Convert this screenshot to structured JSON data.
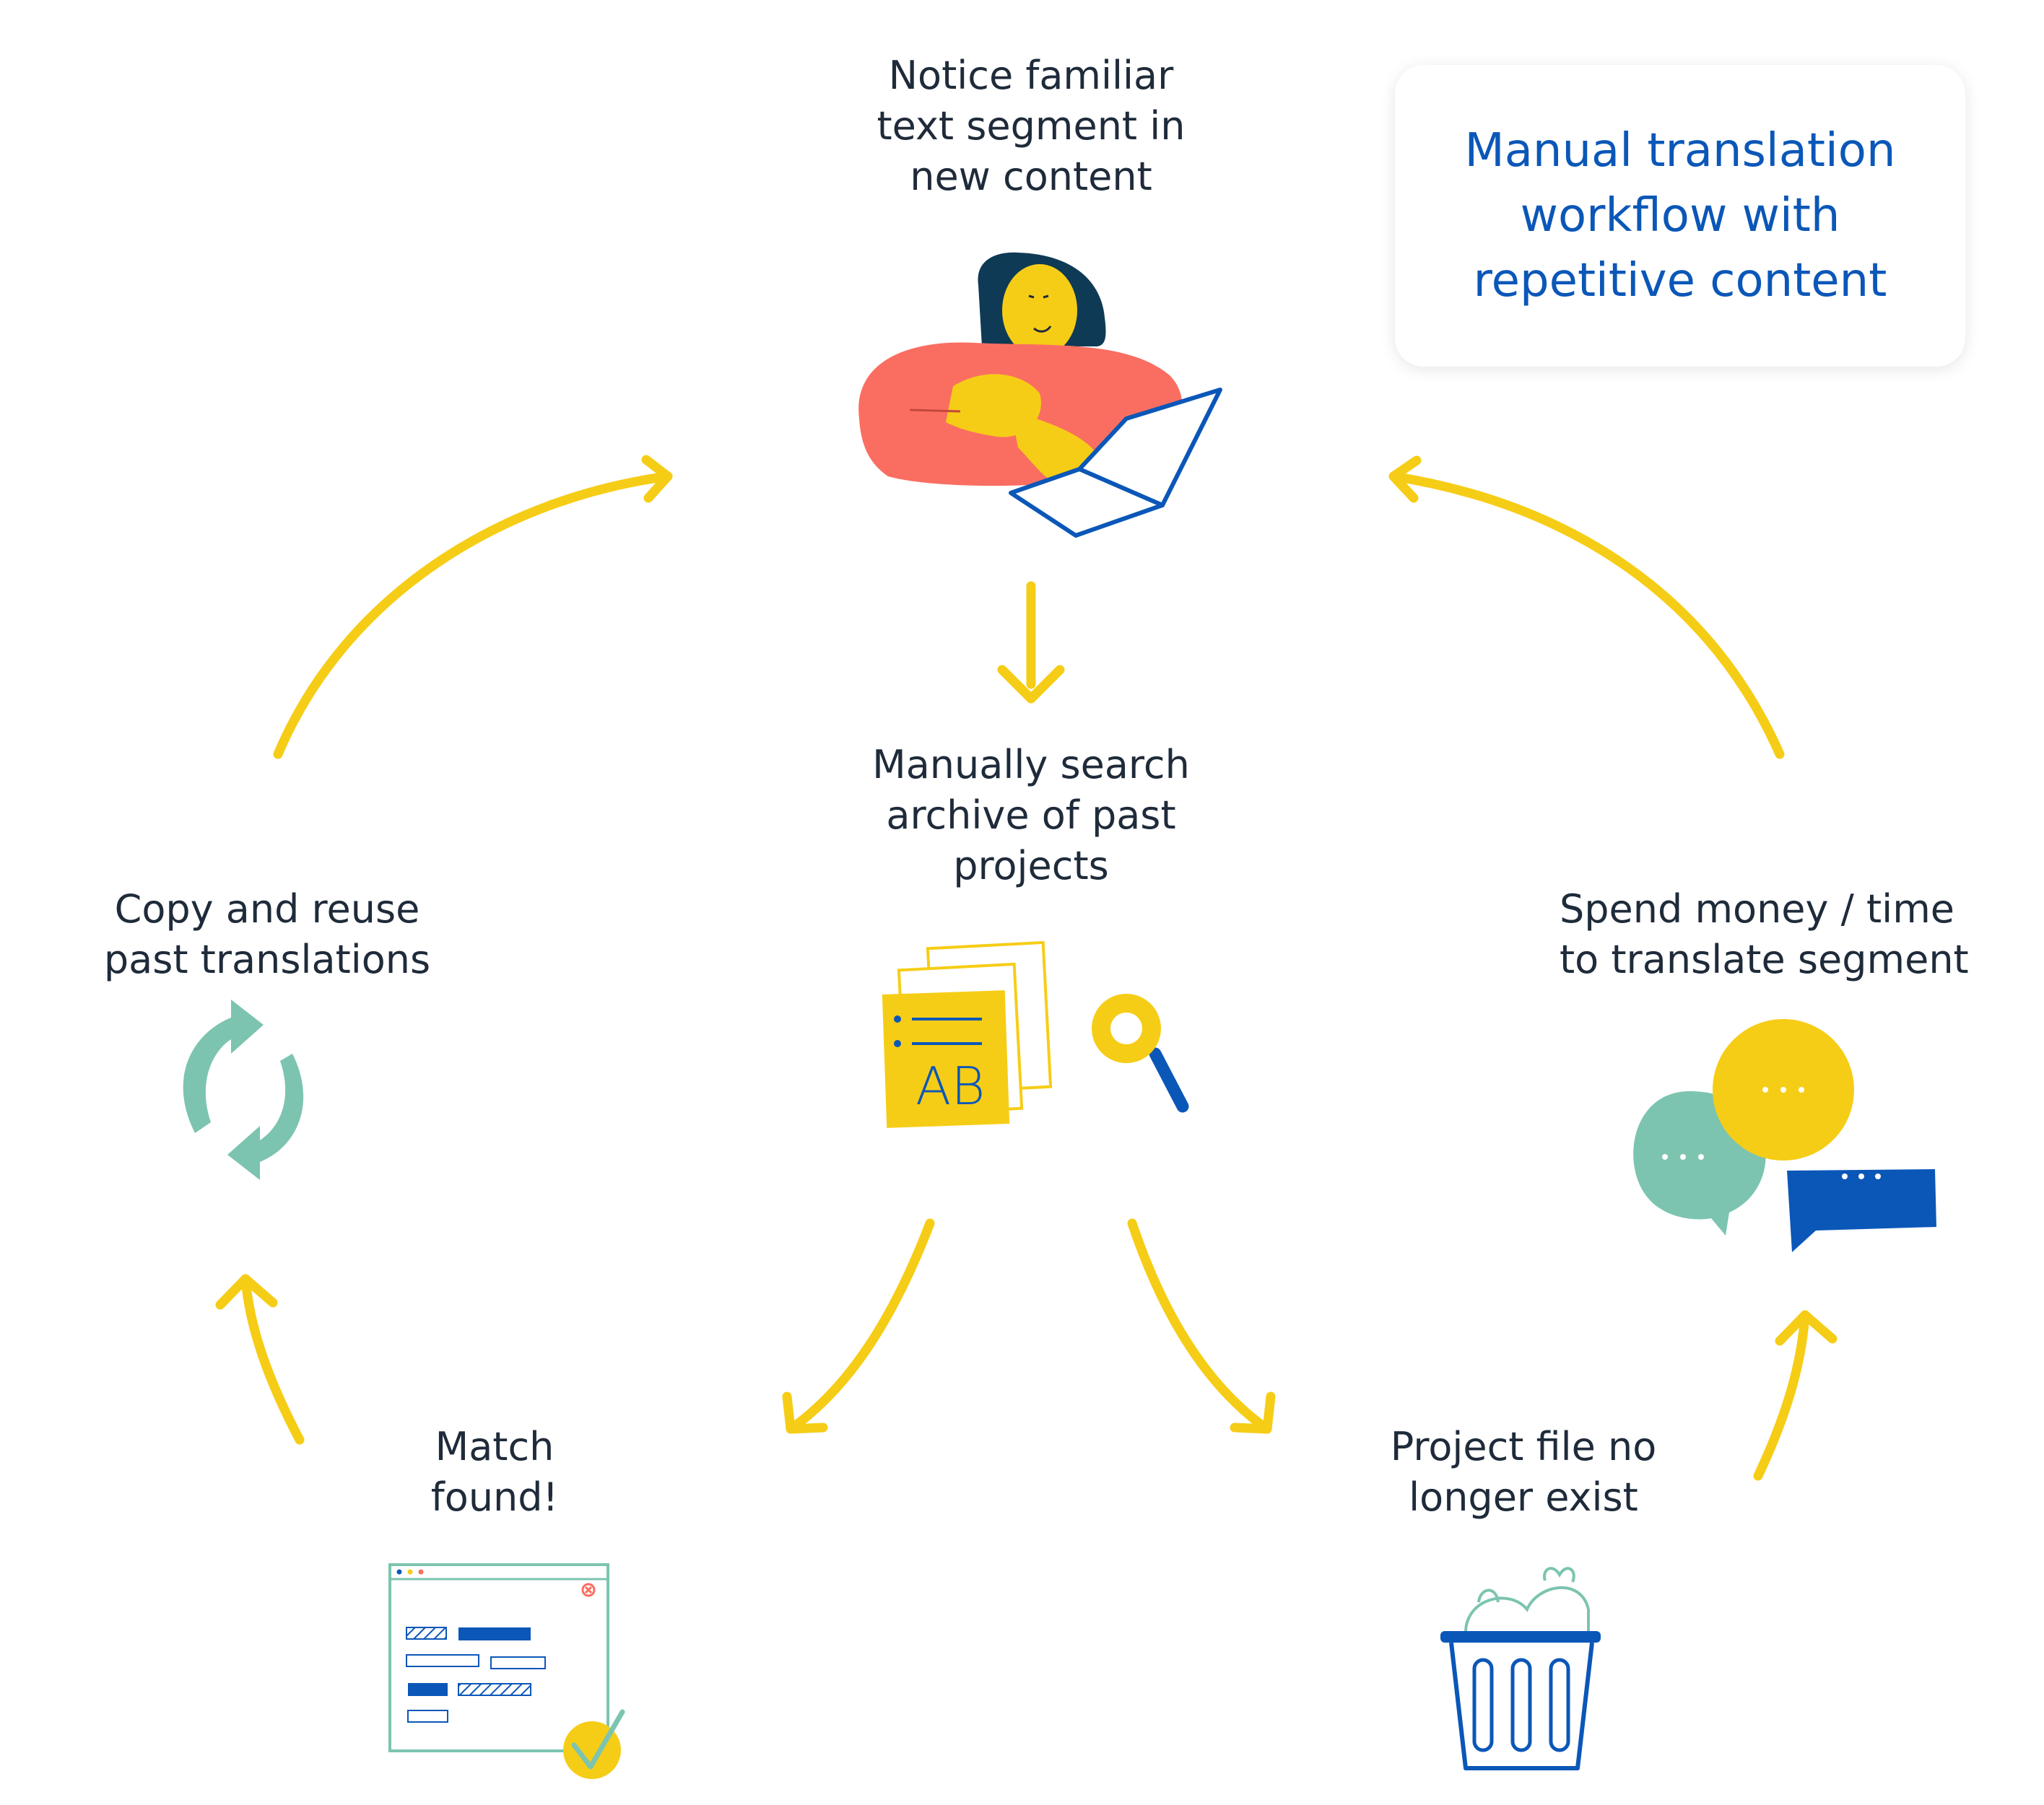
{
  "title": "Manual translation\nworkflow with\nrepetitive content",
  "steps": {
    "notice": "Notice familiar\ntext segment in\nnew content",
    "search": "Manually search\narchive of past\nprojects",
    "reuse": "Copy and reuse\npast translations",
    "match": "Match\nfound!",
    "missing": "Project file no\nlonger exist",
    "spend": "Spend money / time\nto translate segment"
  },
  "icons": {
    "notice": "person-with-laptop-icon",
    "search": "documents-magnifier-icon",
    "reuse": "refresh-arrows-icon",
    "match": "browser-window-check-icon",
    "missing": "trash-bin-icon",
    "spend": "speech-bubbles-icon"
  },
  "doc_icon_text": "AB",
  "colors": {
    "arrow": "#f6cd16",
    "title": "#0b57b8",
    "text": "#1f2b3a",
    "teal": "#7cc4b0",
    "navy": "#0b57b8",
    "yellow": "#f6cd16",
    "coral": "#fa6e61"
  }
}
